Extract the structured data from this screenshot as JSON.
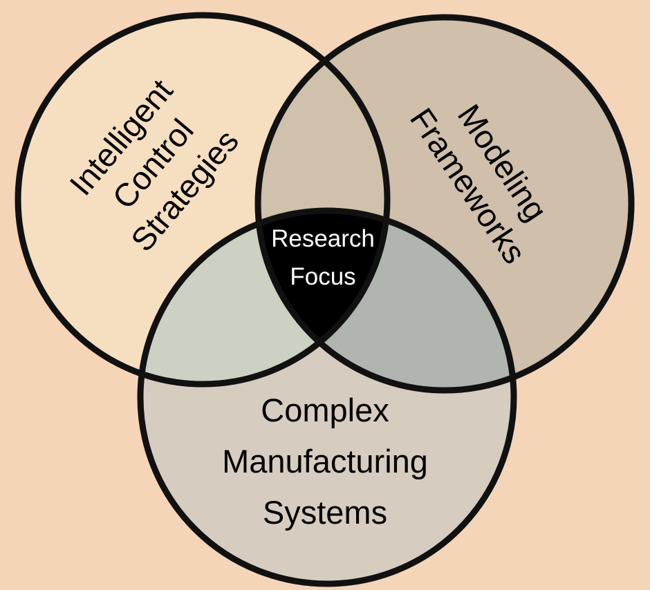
{
  "diagram": {
    "type": "venn",
    "sets": [
      {
        "id": "intelligent-control",
        "label_lines": [
          "Intelligent",
          "Control",
          "Strategies"
        ],
        "fill": "#f5dfc0"
      },
      {
        "id": "modeling",
        "label_lines": [
          "Modeling",
          "Frameworks"
        ],
        "fill": "#cfbfab"
      },
      {
        "id": "manufacturing",
        "label_lines": [
          "Complex",
          "Manufacturing",
          "Systems"
        ],
        "fill": "#d6cdc0"
      }
    ],
    "center": {
      "label_lines": [
        "Research",
        "Focus"
      ],
      "fill": "#000000"
    },
    "overlap_colors": {
      "left_right": "#cfc1ab",
      "left_bottom": "#cdd1c4",
      "right_bottom": "#b0b5b0"
    },
    "background": "#f5d5b8"
  }
}
